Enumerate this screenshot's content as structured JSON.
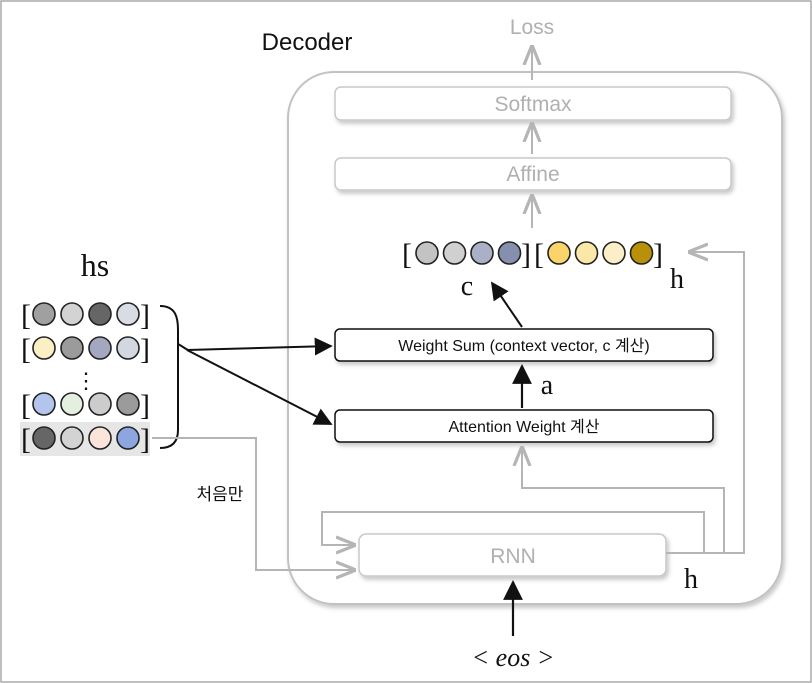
{
  "title": "Decoder",
  "loss_label": "Loss",
  "softmax_label": "Softmax",
  "affine_label": "Affine",
  "weight_sum_label": "Weight Sum (context vector, c 계산)",
  "attention_label": "Attention Weight 계산",
  "rnn_label": "RNN",
  "eos_label": "< eos >",
  "hs_label": "hs",
  "c_label": "c",
  "h_label": "h",
  "a_label": "a",
  "first_only_label": "처음만",
  "vdots": "⋮",
  "bracket_open": "[",
  "bracket_close": "]",
  "colors": {
    "gray_line": "#b5b5b5",
    "frame": "#aaaaaa",
    "text_muted": "#b0b0b0",
    "black": "#111111"
  },
  "hs_rows": [
    [
      "#a0a0a0",
      "#d3d3d3",
      "#666666",
      "#d8dce4"
    ],
    [
      "#fbf0c3",
      "#9b9b9b",
      "#a3a8c0",
      "#d3d7e0"
    ],
    [
      "#b3c5ec",
      "#e4efe0",
      "#cccccc",
      "#9b9b9b"
    ],
    [
      "#666666",
      "#d3d3d3",
      "#fbe5da",
      "#8ea6e0"
    ]
  ],
  "c_circles": [
    "#c3c3c3",
    "#d0d0d0",
    "#aab0c5",
    "#8590ae"
  ],
  "h_circles": [
    "#fad46a",
    "#fbe7a8",
    "#fbeec8",
    "#b8900a"
  ]
}
